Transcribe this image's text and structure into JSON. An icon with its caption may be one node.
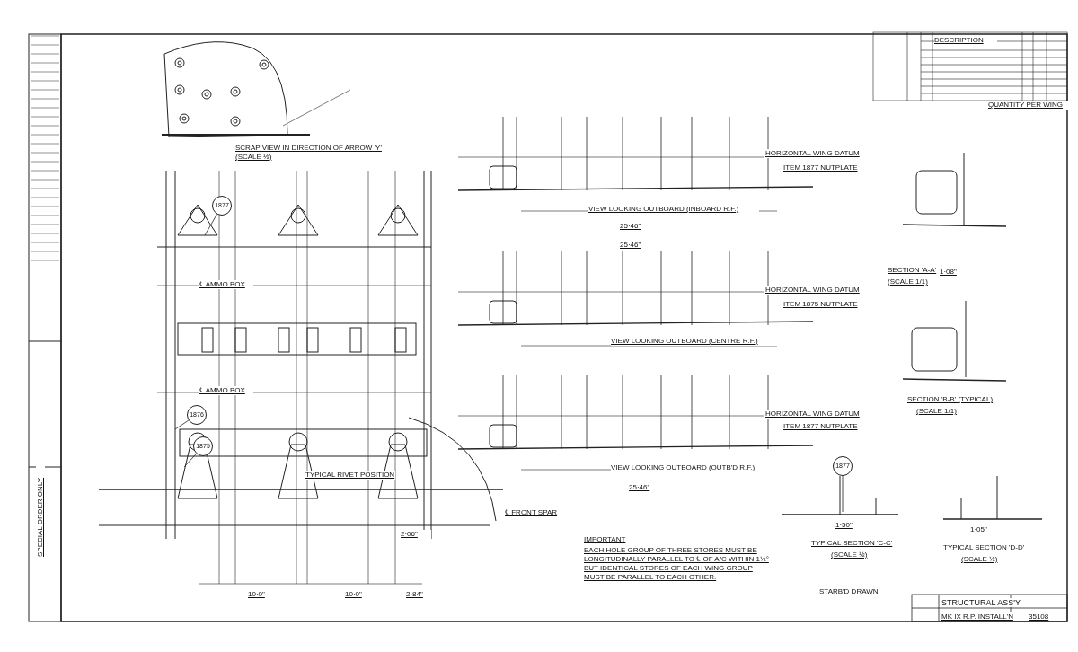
{
  "diagram": {
    "title": "STRUCTURAL ASS'Y",
    "nodes": [
      {
        "text": [
          "1877"
        ]
      },
      {
        "text": [
          "1876"
        ]
      },
      {
        "text": [
          "1875"
        ]
      },
      {
        "text": [
          "1877"
        ]
      }
    ],
    "edges": [
      {
        "from": 0,
        "to": null,
        "arrow": "none"
      },
      {
        "from": 1,
        "to": null,
        "arrow": "none"
      },
      {
        "from": 2,
        "to": null,
        "arrow": "none"
      },
      {
        "from": 3,
        "to": null,
        "arrow": "none"
      }
    ],
    "labels": [
      "DESCRIPTION",
      "QUANTITY PER WING",
      "SCRAP VIEW IN DIRECTION OF ARROW 'Y' (SCALE ½)",
      "HORIZONTAL WING DATUM",
      "ITEM 1877 NUTPLATE",
      "VIEW LOOKING OUTBOARD (INBOARD R.F.)",
      "25·46\"",
      "25·46\"",
      "HORIZONTAL WING DATUM",
      "ITEM 1875 NUTPLATE",
      "VIEW LOOKING OUTBOARD (CENTRE R.F.)",
      "HORIZONTAL WING DATUM",
      "ITEM 1877 NUTPLATE",
      "VIEW LOOKING OUTBOARD (OUTB'D R.F.)",
      "25·46\"",
      "℄ AMMO BOX",
      "℄ AMMO BOX",
      "TYPICAL RIVET POSITION",
      "℄ FRONT SPAR",
      "2·06\"",
      "10·0\"",
      "10·0\"",
      "2·84\"",
      "SECTION 'A-A'",
      "(SCALE 1/1)",
      "1·08\"",
      "SECTION 'B-B' (TYPICAL)",
      "(SCALE 1/1)",
      "1·50\"",
      "TYPICAL SECTION 'C-C'",
      "(SCALE ½)",
      "1·05\"",
      "TYPICAL SECTION 'D-D'",
      "(SCALE ½)",
      "IMPORTANT",
      "EACH HOLE GROUP OF THREE STORES MUST BE LONGITUDINALLY PARALLEL TO ℄ OF A/C WITHIN 1½° BUT IDENTICAL STORES OF EACH WING GROUP MUST BE PARALLEL TO EACH OTHER.",
      "STARB'D DRAWN",
      "MK IX R.P. INSTALL'N",
      "35108",
      "SPECIAL ORDER ONLY"
    ]
  }
}
